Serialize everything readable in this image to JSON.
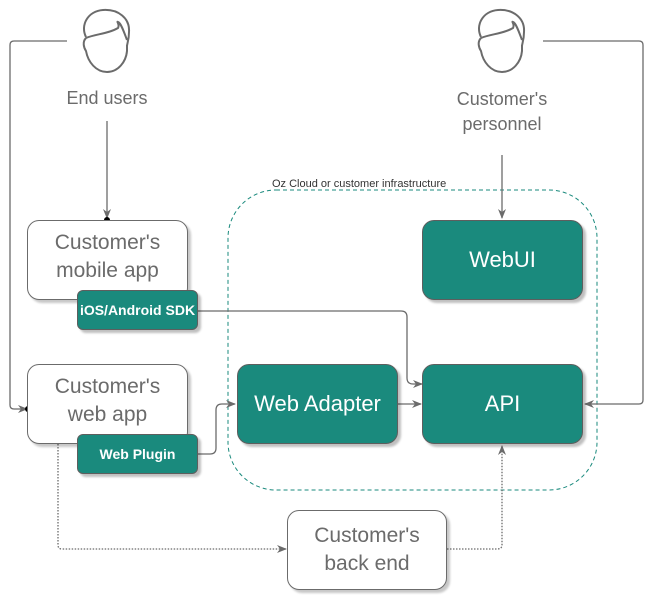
{
  "actors": {
    "end_users": {
      "label": "End users",
      "icon": "person-icon"
    },
    "personnel": {
      "label_line1": "Customer's",
      "label_line2": "personnel",
      "icon": "person-icon"
    }
  },
  "zone": {
    "label": "Oz Cloud or customer infrastructure",
    "color": "#1a8a7d"
  },
  "nodes": {
    "mobile_app": {
      "line1": "Customer's",
      "line2": "mobile app"
    },
    "sdk": {
      "label": "iOS/Android SDK"
    },
    "web_app": {
      "line1": "Customer's",
      "line2": "web app"
    },
    "web_plugin": {
      "label": "Web Plugin"
    },
    "web_adapter": {
      "label": "Web Adapter"
    },
    "webui": {
      "label": "WebUI"
    },
    "api": {
      "label": "API"
    },
    "back_end": {
      "line1": "Customer's",
      "line2": "back end"
    }
  },
  "colors": {
    "teal": "#1a8a7d",
    "line": "#6b6b6b",
    "text_gray": "#6b6b6b"
  }
}
